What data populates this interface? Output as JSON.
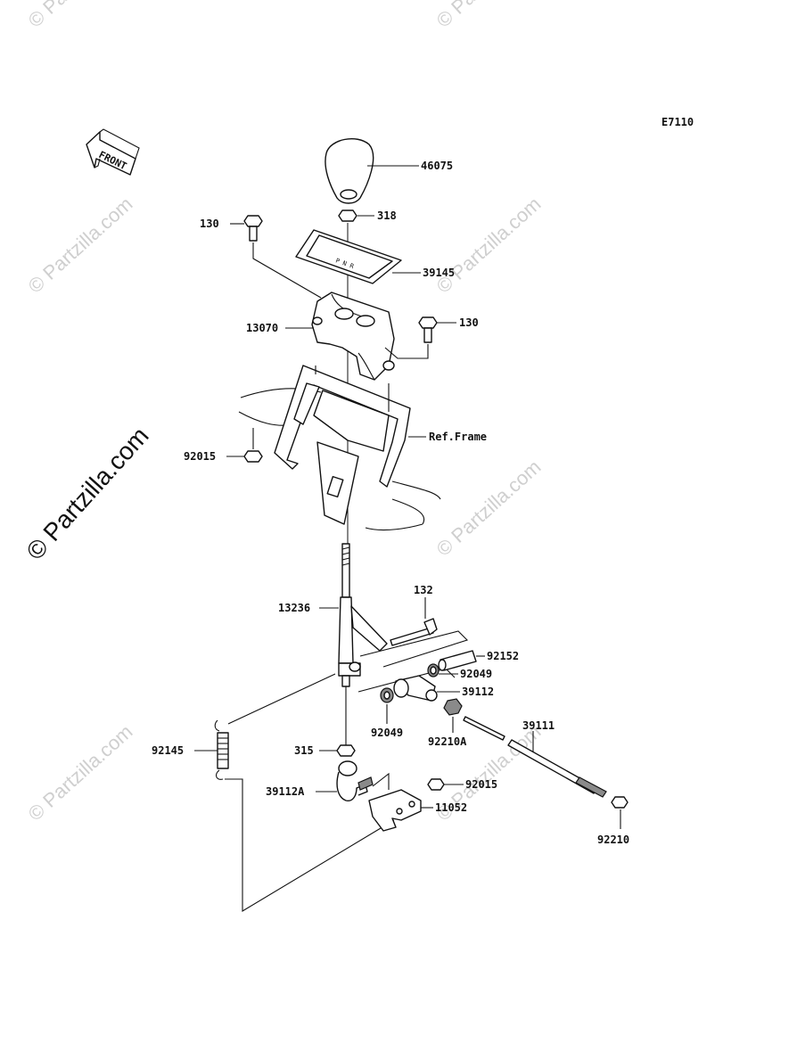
{
  "diagram": {
    "code": "E7110",
    "front_label": "FRONT",
    "watermark": "© Partzilla.com",
    "watermark_large": "© Partzilla.com",
    "callouts": {
      "p46075": "46075",
      "p318": "318",
      "p130a": "130",
      "p39145": "39145",
      "p130b": "130",
      "p13070": "13070",
      "p92015a": "92015",
      "refframe": "Ref.Frame",
      "p132": "132",
      "p13236": "13236",
      "p92152": "92152",
      "p92049a": "92049",
      "p39112": "39112",
      "p92049b": "92049",
      "p92210A": "92210A",
      "p39111": "39111",
      "p92145": "92145",
      "p315": "315",
      "p92015b": "92015",
      "p39112A": "39112A",
      "p11052": "11052",
      "p92210": "92210"
    }
  }
}
